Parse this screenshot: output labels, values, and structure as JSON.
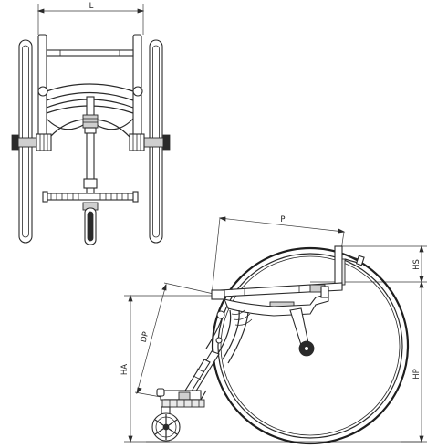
{
  "labels": {
    "L": "L",
    "P": "P",
    "HS": "HS",
    "DP": "DP",
    "HA": "HA",
    "HP": "HP"
  }
}
